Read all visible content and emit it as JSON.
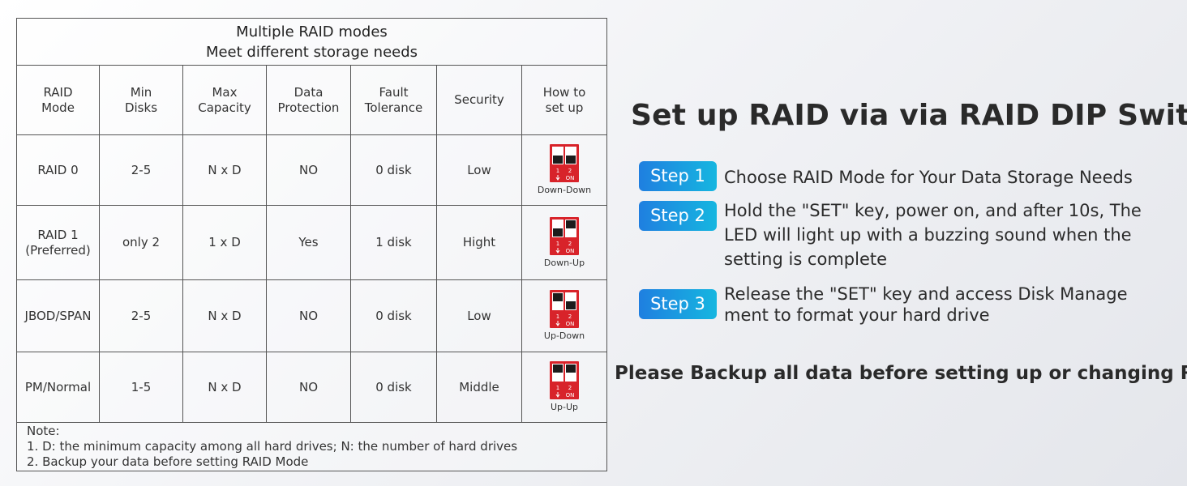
{
  "table": {
    "title_line1": "Multiple RAID modes",
    "title_line2": "Meet different storage needs",
    "headers": [
      {
        "line1": "RAID",
        "line2": "Mode"
      },
      {
        "line1": "Min",
        "line2": "Disks"
      },
      {
        "line1": "Max",
        "line2": "Capacity"
      },
      {
        "line1": "Data",
        "line2": "Protection"
      },
      {
        "line1": "Fault",
        "line2": "Tolerance"
      },
      {
        "line1": "Security",
        "line2": ""
      },
      {
        "line1": "How to",
        "line2": "set up"
      }
    ],
    "rows": [
      {
        "mode": "RAID 0",
        "mode_note": "",
        "min_disks": "2-5",
        "max_capacity": "N x D",
        "protection": "NO",
        "tolerance": "0 disk",
        "security": "Low",
        "setup": "Down-Down",
        "switch1": "down",
        "switch2": "down"
      },
      {
        "mode": "RAID 1",
        "mode_note": "(Preferred)",
        "min_disks": "only 2",
        "max_capacity": "1 x D",
        "protection": "Yes",
        "tolerance": "1 disk",
        "security": "Hight",
        "setup": "Down-Up",
        "switch1": "down",
        "switch2": "up"
      },
      {
        "mode": "JBOD/SPAN",
        "mode_note": "",
        "min_disks": "2-5",
        "max_capacity": "N x D",
        "protection": "NO",
        "tolerance": "0 disk",
        "security": "Low",
        "setup": "Up-Down",
        "switch1": "up",
        "switch2": "down"
      },
      {
        "mode": "PM/Normal",
        "mode_note": "",
        "min_disks": "1-5",
        "max_capacity": "N x D",
        "protection": "NO",
        "tolerance": "0 disk",
        "security": "Middle",
        "setup": "Up-Up",
        "switch1": "up",
        "switch2": "up"
      }
    ],
    "dip_labels": {
      "one": "1",
      "two": "2",
      "on": "ON"
    },
    "note": {
      "label": "Note:",
      "line1": "1. D: the minimum capacity among all hard drives; N: the number of hard drives",
      "line2": "2. Backup your data before setting RAID Mode"
    }
  },
  "heading": "Set up RAID via via RAID DIP Switch",
  "steps": [
    {
      "badge": "Step 1",
      "text": "Choose RAID Mode for Your Data Storage Needs"
    },
    {
      "badge": "Step 2",
      "text": "Hold the \"SET\" key, power on, and after 10s, The LED will light up with a buzzing sound when the setting is complete"
    },
    {
      "badge": "Step 3",
      "text": "Release the \"SET\" key and access Disk Manage ment to format your hard drive"
    }
  ],
  "backup_note": "Please Backup all data before setting up or changing RAID",
  "colors": {
    "dip_red": "#d8232a",
    "dip_dark": "#1c1c1c",
    "step_start": "#1f7fe0",
    "step_end": "#16b6e0"
  }
}
